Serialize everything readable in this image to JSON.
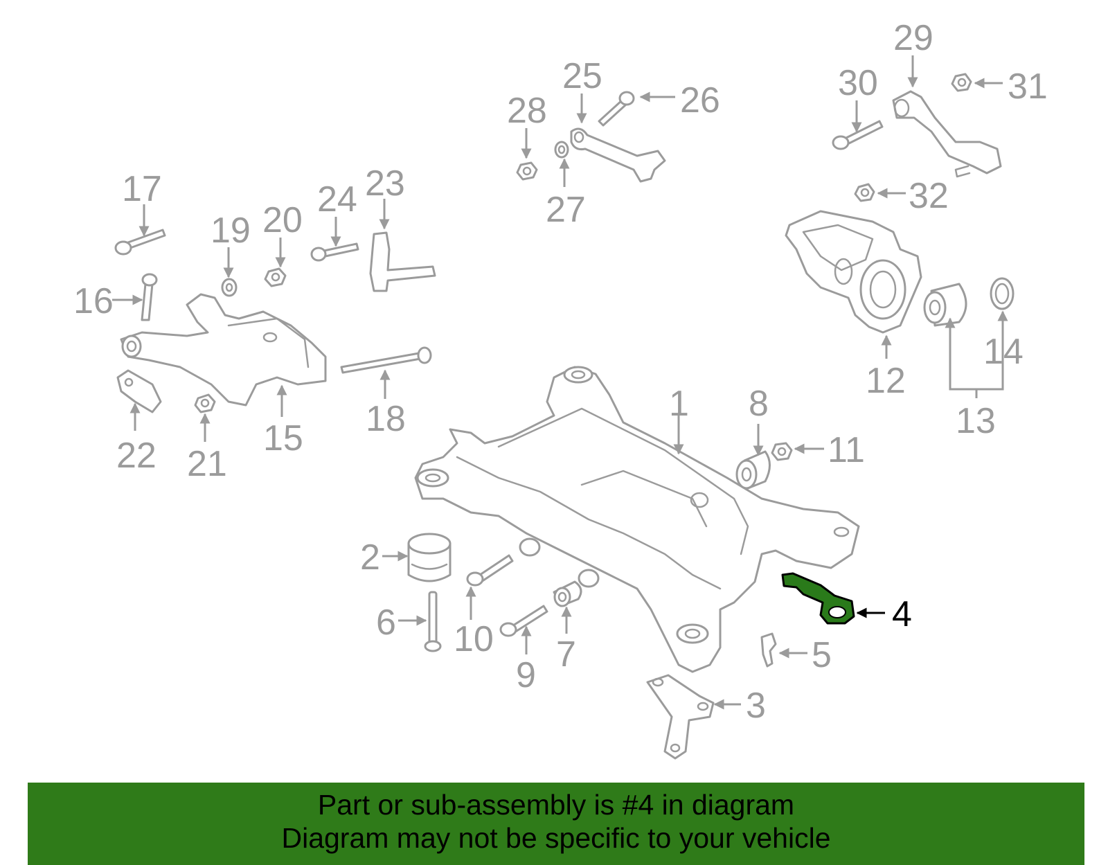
{
  "banner": {
    "line1": "Part or sub-assembly is #4 in diagram",
    "line2": "Diagram may not be specific to your vehicle",
    "background": "#2f7b19"
  },
  "highlight_color": "#2a7a1a",
  "callouts": {
    "n1": "1",
    "n2": "2",
    "n3": "3",
    "n4": "4",
    "n5": "5",
    "n6": "6",
    "n7": "7",
    "n8": "8",
    "n9": "9",
    "n10": "10",
    "n11": "11",
    "n12": "12",
    "n13": "13",
    "n14": "14",
    "n15": "15",
    "n16": "16",
    "n17": "17",
    "n18": "18",
    "n19": "19",
    "n20": "20",
    "n21": "21",
    "n22": "22",
    "n23": "23",
    "n24": "24",
    "n25": "25",
    "n26": "26",
    "n27": "27",
    "n28": "28",
    "n29": "29",
    "n30": "30",
    "n31": "31",
    "n32": "32"
  }
}
